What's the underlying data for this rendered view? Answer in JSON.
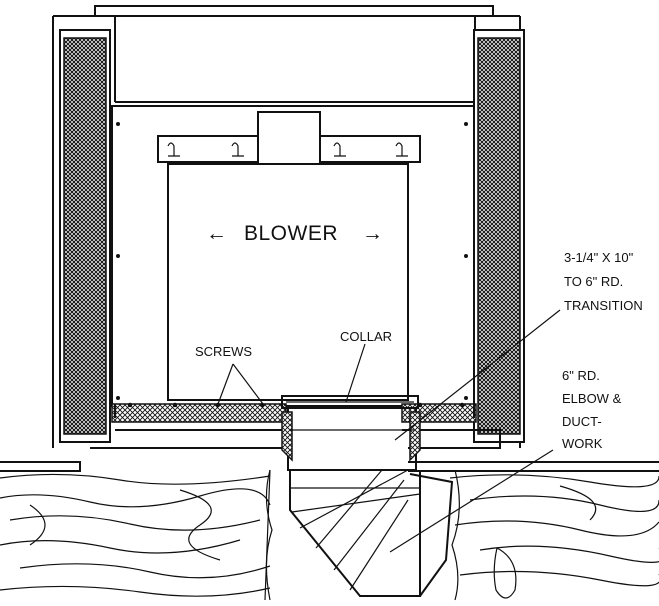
{
  "labels": {
    "blower": "BLOWER",
    "blower_arrow_left": "←",
    "blower_arrow_right": "→",
    "screws": "SCREWS",
    "collar": "COLLAR",
    "transition": [
      "3-1/4\" X 10\"",
      "TO 6\" RD.",
      "TRANSITION"
    ],
    "elbow": [
      "6\" RD.",
      "ELBOW &",
      "DUCT-",
      "WORK"
    ]
  },
  "colors": {
    "ink": "#111111",
    "paper": "#ffffff",
    "filter_pattern": "crosshatch"
  }
}
